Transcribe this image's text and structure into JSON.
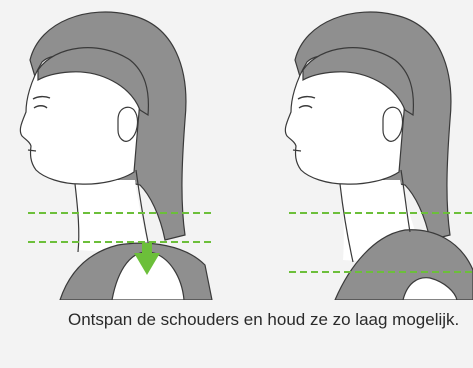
{
  "caption": "Ontspan de schouders en houd ze zo laag mogelijk.",
  "colors": {
    "background": "#f3f3f3",
    "hair": "#8f8f8f",
    "skin": "#ffffff",
    "shirt": "#8f8f8f",
    "outline": "#3a3a3a",
    "guide_line": "#6cbf3a",
    "arrow": "#6cbf3a"
  },
  "figures": [
    {
      "name": "left-profile-shoulders-lowered",
      "arrow": "down-arrow-icon"
    },
    {
      "name": "right-profile-shoulders-raised",
      "arrow": null
    }
  ]
}
